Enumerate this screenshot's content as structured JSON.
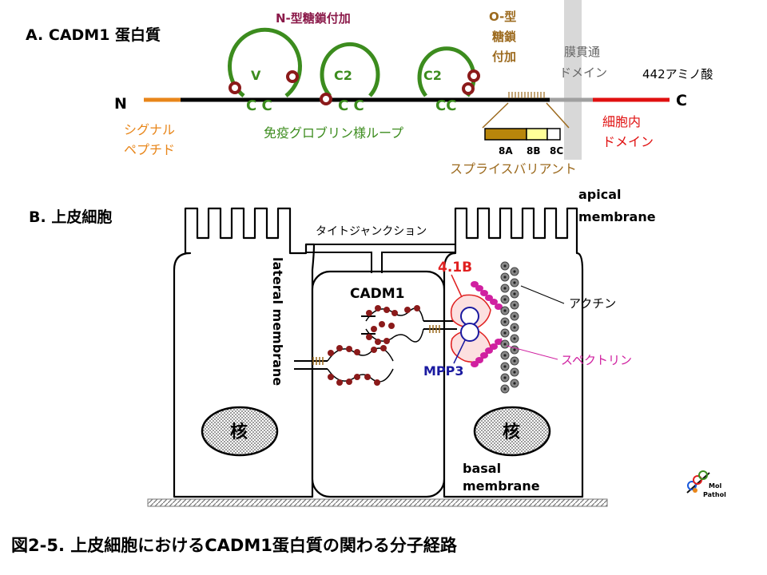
{
  "sectionA": {
    "title": "A. CADM1 蛋白質",
    "n_terminus": "N",
    "c_terminus": "C",
    "n_glycan_label": "N-型糖鎖付加",
    "o_glycan_lines": [
      "O-型",
      "糖鎖",
      "付加"
    ],
    "transmembrane_lines": [
      "膜貫通",
      "ドメイン"
    ],
    "amino_acids": "442アミノ酸",
    "signal_peptide_lines": [
      "シグナル",
      "ペプチド"
    ],
    "ig_loop_label": "免疫グロブリン様ループ",
    "intracellular_lines": [
      "細胞内",
      "ドメイン"
    ],
    "splice_variant_label": "スプライスバリアント",
    "loops": [
      {
        "name": "V",
        "cys": "C C"
      },
      {
        "name": "C2",
        "cys": "C C"
      },
      {
        "name": "C2",
        "cys": "CC"
      }
    ],
    "exons": [
      "8A",
      "8B",
      "8C"
    ],
    "colors": {
      "signal": "#e8861a",
      "loop": "#3c8c1e",
      "transmembrane": "#a0a0a0",
      "intracellular": "#e01010",
      "glycan": "#8b1a1a",
      "o_glycan": "#9c6a1e",
      "n_glycan_text": "#8b1a4a",
      "exon_8A": "#b8860b",
      "exon_8B": "#ffff99"
    }
  },
  "sectionB": {
    "title": "B. 上皮細胞",
    "tight_junction": "タイトジャンクション",
    "apical_lines": [
      "apical",
      "membrane"
    ],
    "lateral": "lateral membrane",
    "cadm1": "CADM1",
    "protein_41b": "4.1B",
    "mpp3": "MPP3",
    "actin": "アクチン",
    "spectrin": "スペクトリン",
    "nucleus": "核",
    "basal_lines": [
      "basal",
      "membrane"
    ],
    "colors": {
      "protein_41b": "#e02020",
      "mpp3": "#1a1aa0",
      "spectrin": "#d020a0",
      "cadm1_bead": "#8b1a1a"
    }
  },
  "logo_lines": [
    "Mol",
    "Pathol"
  ],
  "caption": "図2-5. 上皮細胞におけるCADM1蛋白質の関わる分子経路"
}
